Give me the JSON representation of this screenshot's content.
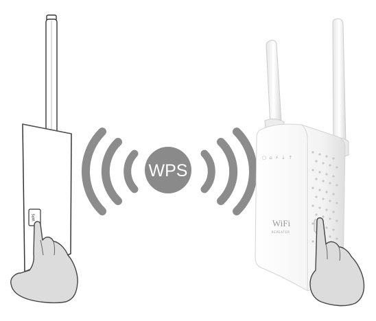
{
  "center_badge": {
    "label": "WPS",
    "fill_color": "#8a8a8a",
    "text_color": "#ffffff"
  },
  "left_device": {
    "button_label": "WPS"
  },
  "right_device": {
    "brand_text": "WiFi",
    "model_text": "REPEATER",
    "panel_icons": "○ ⌂ ⚡ ↓ ↑"
  },
  "colors": {
    "wave": "#8c8c8c",
    "device_stroke": "#333333",
    "repeater_body": "#f2f2f2"
  }
}
